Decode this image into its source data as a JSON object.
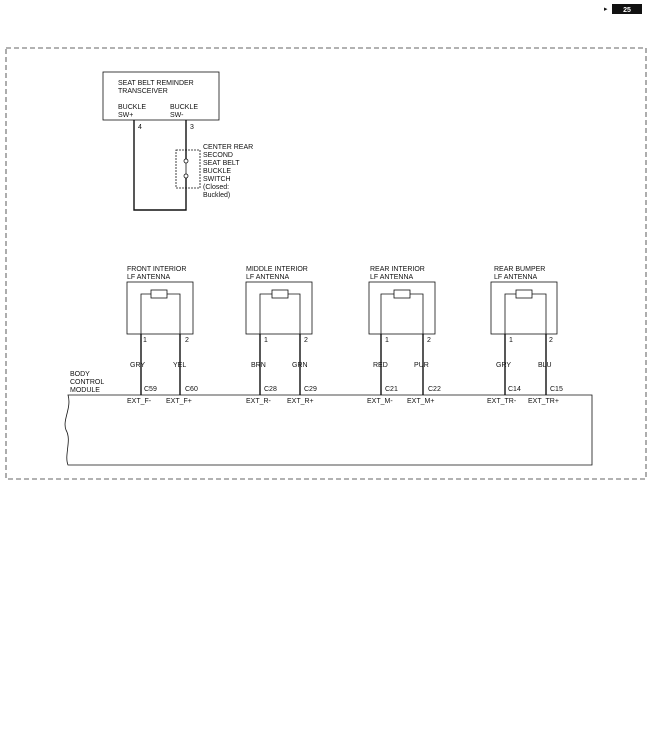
{
  "header": {
    "mark": "▸",
    "page_badge": "25"
  },
  "transceiver": {
    "title_line1": "SEAT BELT REMINDER",
    "title_line2": "TRANSCEIVER",
    "left_label_1": "BUCKLE",
    "left_label_2": "SW+",
    "right_label_1": "BUCKLE",
    "right_label_2": "SW-",
    "left_pin": "4",
    "right_pin": "3"
  },
  "buckle_switch": {
    "lines": [
      "CENTER REAR",
      "SECOND",
      "SEAT BELT",
      "BUCKLE",
      "SWITCH",
      "(Closed:",
      "Buckled)"
    ]
  },
  "antennas": [
    {
      "name1": "FRONT INTERIOR",
      "name2": "LF ANTENNA",
      "pin1": "1",
      "pin2": "2",
      "color1": "GRY",
      "color2": "YEL",
      "conn1": "C59",
      "conn2": "C60",
      "sig1": "EXT_F-",
      "sig2": "EXT_F+"
    },
    {
      "name1": "MIDDLE INTERIOR",
      "name2": "LF ANTENNA",
      "pin1": "1",
      "pin2": "2",
      "color1": "BRN",
      "color2": "GRN",
      "conn1": "C28",
      "conn2": "C29",
      "sig1": "EXT_R-",
      "sig2": "EXT_R+"
    },
    {
      "name1": "REAR INTERIOR",
      "name2": "LF ANTENNA",
      "pin1": "1",
      "pin2": "2",
      "color1": "RED",
      "color2": "PUR",
      "conn1": "C21",
      "conn2": "C22",
      "sig1": "EXT_M-",
      "sig2": "EXT_M+"
    },
    {
      "name1": "REAR BUMPER",
      "name2": "LF ANTENNA",
      "pin1": "1",
      "pin2": "2",
      "color1": "GRY",
      "color2": "BLU",
      "conn1": "C14",
      "conn2": "C15",
      "sig1": "EXT_TR-",
      "sig2": "EXT_TR+"
    }
  ],
  "bcm": {
    "line1": "BODY",
    "line2": "CONTROL",
    "line3": "MODULE"
  }
}
